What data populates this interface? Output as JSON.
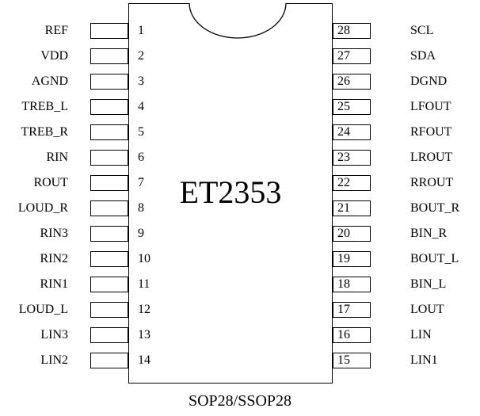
{
  "chip": {
    "name": "ET2353",
    "package": "SOP28/SSOP28"
  },
  "left_pins": [
    {
      "number": "1",
      "label": "REF"
    },
    {
      "number": "2",
      "label": "VDD"
    },
    {
      "number": "3",
      "label": "AGND"
    },
    {
      "number": "4",
      "label": "TREB_L"
    },
    {
      "number": "5",
      "label": "TREB_R"
    },
    {
      "number": "6",
      "label": "RIN"
    },
    {
      "number": "7",
      "label": "ROUT"
    },
    {
      "number": "8",
      "label": "LOUD_R"
    },
    {
      "number": "9",
      "label": "RIN3"
    },
    {
      "number": "10",
      "label": "RIN2"
    },
    {
      "number": "11",
      "label": "RIN1"
    },
    {
      "number": "12",
      "label": "LOUD_L"
    },
    {
      "number": "13",
      "label": "LIN3"
    },
    {
      "number": "14",
      "label": "LIN2"
    }
  ],
  "right_pins": [
    {
      "number": "28",
      "label": "SCL"
    },
    {
      "number": "27",
      "label": "SDA"
    },
    {
      "number": "26",
      "label": "DGND"
    },
    {
      "number": "25",
      "label": "LFOUT"
    },
    {
      "number": "24",
      "label": "RFOUT"
    },
    {
      "number": "23",
      "label": "LROUT"
    },
    {
      "number": "22",
      "label": "RROUT"
    },
    {
      "number": "21",
      "label": "BOUT_R"
    },
    {
      "number": "20",
      "label": "BIN_R"
    },
    {
      "number": "19",
      "label": "BOUT_L"
    },
    {
      "number": "18",
      "label": "BIN_L"
    },
    {
      "number": "17",
      "label": "LOUT"
    },
    {
      "number": "16",
      "label": "LIN"
    },
    {
      "number": "15",
      "label": "LIN1"
    }
  ]
}
